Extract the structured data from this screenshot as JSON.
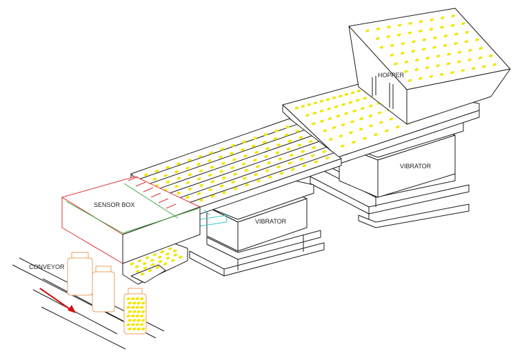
{
  "labels": {
    "hopper": "HOPPER",
    "vibrator_right": "VIBRATOR",
    "vibrator_left": "VIBRATOR",
    "sensor_box": "SENSOR BOX",
    "conveyor": "CONVEYOR"
  },
  "colors": {
    "line": "#1a1a1a",
    "tablet": "#f2e600",
    "sensor_red": "#e03030",
    "sensor_green": "#3aa83a",
    "bottle_orange": "#e8a060",
    "chute_cyan": "#3cc8c8",
    "arrow_red": "#d01010"
  }
}
